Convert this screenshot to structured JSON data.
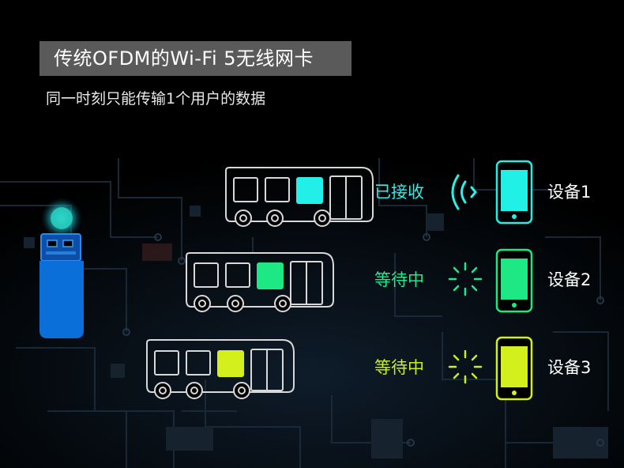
{
  "header": {
    "title": "传统OFDM的Wi-Fi 5无线网卡",
    "subtitle": "同一时刻只能传输1个用户的数据"
  },
  "rows": [
    {
      "status": "已接收",
      "status_color": "#2af0e8",
      "icon": "wifi-signal-icon",
      "device_label": "设备1",
      "device_color": "#20f0e6"
    },
    {
      "status": "等待中",
      "status_color": "#22e890",
      "icon": "loading-spinner-icon",
      "device_label": "设备2",
      "device_color": "#1ee884"
    },
    {
      "status": "等待中",
      "status_color": "#c8f020",
      "icon": "loading-spinner-icon",
      "device_label": "设备3",
      "device_color": "#d4f01c"
    }
  ],
  "colors": {
    "usb_body": "#0a6fd8",
    "usb_glow": "#1ec8c0",
    "bus_outline": "#d8d8d8",
    "background_circuit": "#1c2a38"
  }
}
